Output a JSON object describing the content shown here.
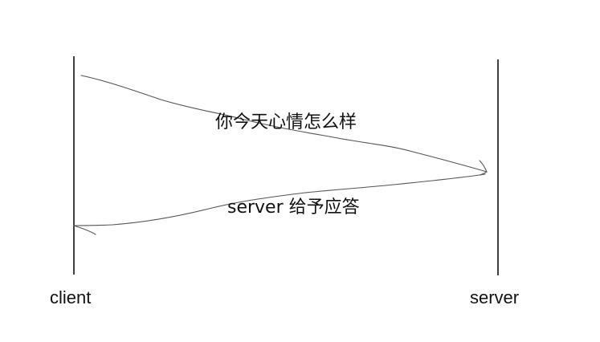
{
  "messages": {
    "request": "你今天心情怎么样",
    "response": "server 给予应答"
  },
  "lifelines": {
    "client": "client",
    "server": "server"
  },
  "colors": {
    "stroke": "#111111",
    "sketch": "#555555",
    "background": "#ffffff"
  }
}
